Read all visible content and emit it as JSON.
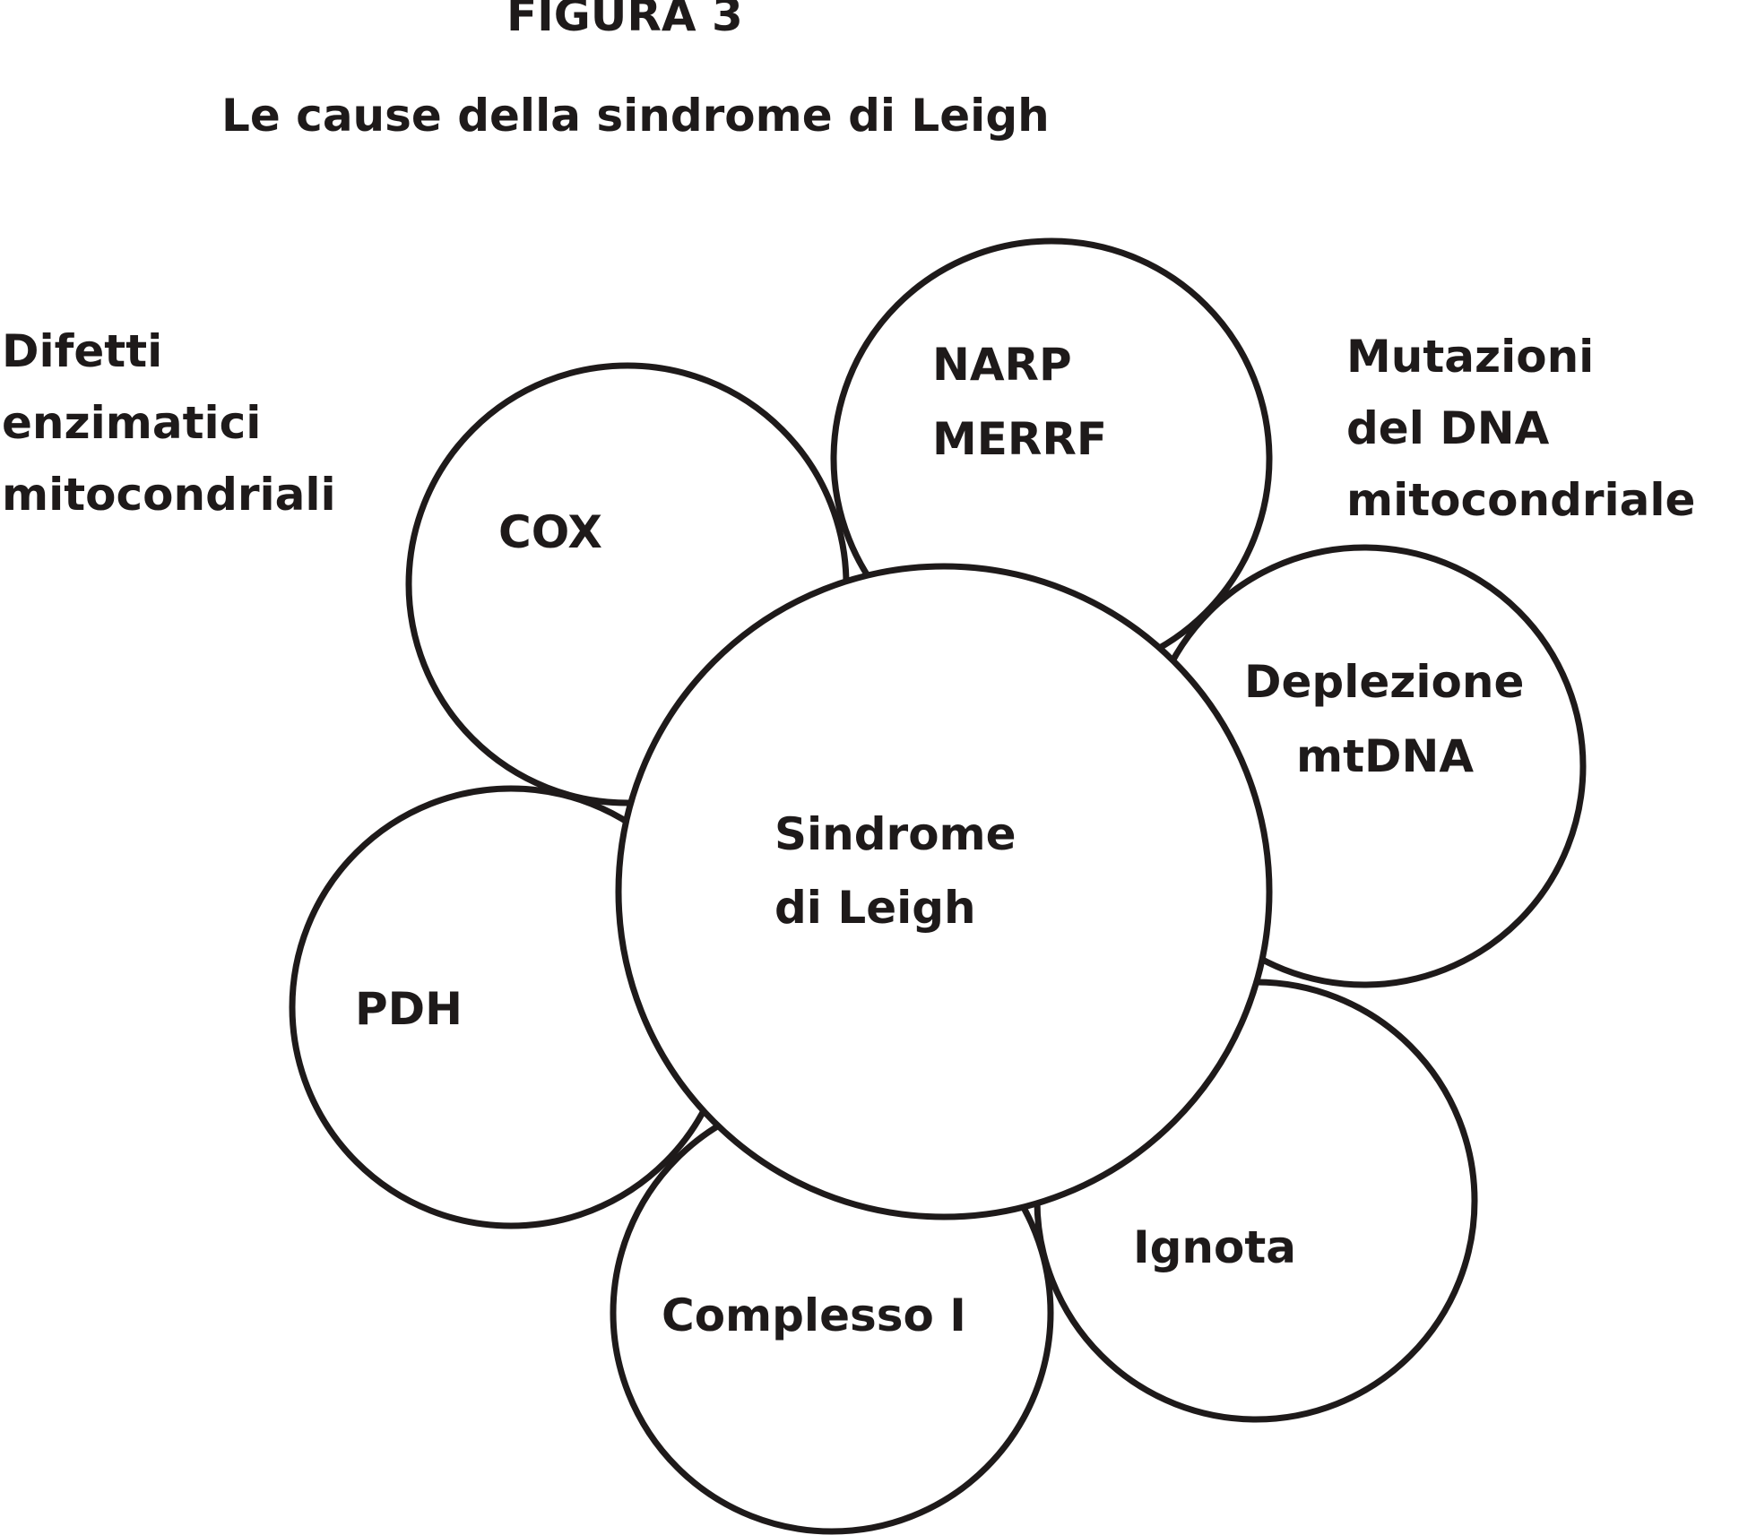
{
  "figure": {
    "label": "FIGURA 3",
    "title": "Le cause della sindrome di Leigh"
  },
  "groups": {
    "left": [
      "Difetti",
      "enzimatici",
      "mitocondriali"
    ],
    "right": [
      "Mutazioni",
      "del DNA",
      "mitocondriale"
    ]
  },
  "center": {
    "lines": [
      "Sindrome",
      "di Leigh"
    ]
  },
  "causes": [
    {
      "id": "narp-merrf",
      "lines": [
        "NARP",
        "MERRF"
      ]
    },
    {
      "id": "cox",
      "lines": [
        "COX"
      ]
    },
    {
      "id": "deplezione-mtdna",
      "lines": [
        "Deplezione",
        "mtDNA"
      ]
    },
    {
      "id": "pdh",
      "lines": [
        "PDH"
      ]
    },
    {
      "id": "ignota",
      "lines": [
        "Ignota"
      ]
    },
    {
      "id": "complesso-i",
      "lines": [
        "Complesso I"
      ]
    }
  ],
  "colors": {
    "stroke": "#1e1a1a",
    "fill": "#ffffff"
  }
}
